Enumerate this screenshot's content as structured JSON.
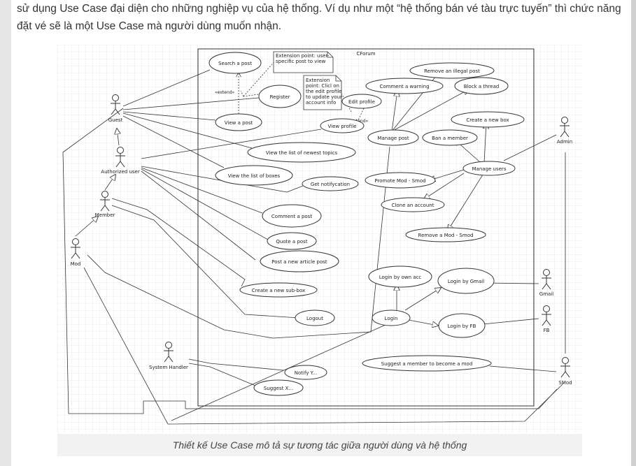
{
  "intro_text": "sử dụng Use Case đại diện cho những nghiệp vụ của hệ thống. Ví dụ như một “hệ thống bán vé tàu trực tuyến” thì chức năng đặt vé sẽ là một Use Case mà người dùng muốn nhận.",
  "caption": "Thiết kế Use Case mô tả sự tương tác giữa người dùng và hệ thống",
  "diagram": {
    "system_name": "CForum",
    "actors": {
      "guest": "Guest",
      "authorized_user": "Authorized user",
      "member": "Member",
      "mod": "Mod",
      "system_handler": "System Handler",
      "admin": "Admin",
      "gmail": "Gmail",
      "fb": "FB",
      "smod": "SMod"
    },
    "use_cases": {
      "search_post": "Search a post",
      "register": "Register",
      "view_post": "View a post",
      "view_profile": "View profile",
      "edit_profile": "Edit profile",
      "newest_topics": "View the list of  newest topics",
      "list_boxes": "View the list of boxes",
      "get_notify": "Get notifycation",
      "comment_post": "Comment a post",
      "quote_post": "Quote a post",
      "new_article": "Post a new article post",
      "new_subbox": "Create a new sub-box",
      "logout": "Logout",
      "notify": "Notify Y...",
      "suggest": "Suggest X...",
      "remove_illegal": "Remove an illegal post",
      "comment_warning": "Comment a warning",
      "block_thread": "Block a thread",
      "manage_post": "Manage post",
      "create_box": "Create a new box",
      "ban_member": "Ban a member",
      "manage_users": "Manage users",
      "promote": "Promote Mod - Smod",
      "clone_account": "Clone an account",
      "remove_mod": "Remove a Mod - Smod",
      "login_own": "Login by own acc",
      "login_gmail": "Login by Gmail",
      "login": "Login",
      "login_fb": "Login by FB",
      "suggest_mod": "Suggest a member to become a mod"
    },
    "notes": {
      "note1": [
        "Extension point: user-",
        "specific post to view"
      ],
      "note2": [
        "Extension",
        "point: Clicl on",
        "the edit profile",
        "to update your",
        "account info"
      ]
    },
    "stereotypes": {
      "extend1": "«extend»",
      "extend2": "«extend»"
    }
  }
}
